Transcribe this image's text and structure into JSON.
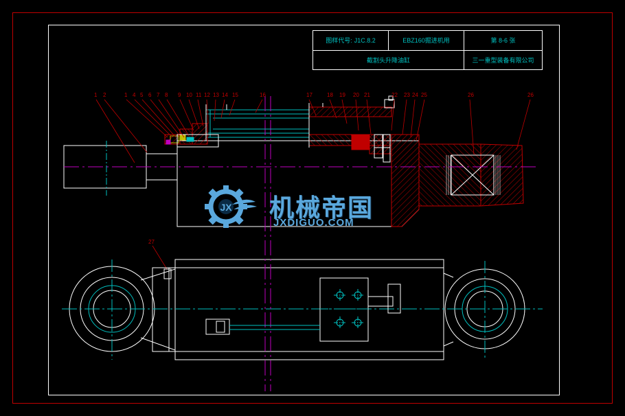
{
  "drawing": {
    "title_block": {
      "drawing_no_label": "图样代号:",
      "drawing_no_value": "J1C.8.2",
      "product_name": "EBZ160掘进机用",
      "sheet_label": "第 8-6 张",
      "part_name": "截割头升降油缸",
      "company": "三一重型装备有限公司"
    },
    "watermark": {
      "main": "机械帝国",
      "sub": "JXDIGUO.COM",
      "logo": "JX"
    },
    "balloons_top": [
      "1",
      "2",
      "1",
      "4",
      "5",
      "6",
      "7",
      "8",
      "9",
      "10",
      "11",
      "12",
      "13",
      "14",
      "15",
      "16",
      "17",
      "18",
      "19",
      "20",
      "21",
      "22",
      "23",
      "24",
      "25",
      "26"
    ],
    "balloons_bottom": [
      "27"
    ],
    "colors": {
      "background": "#000000",
      "border": "#c00000",
      "frame": "#ffffff",
      "cyan": "#00c0c0",
      "magenta": "#c000c0",
      "yellow": "#c0c000",
      "watermark": "#5aa8dd"
    }
  }
}
